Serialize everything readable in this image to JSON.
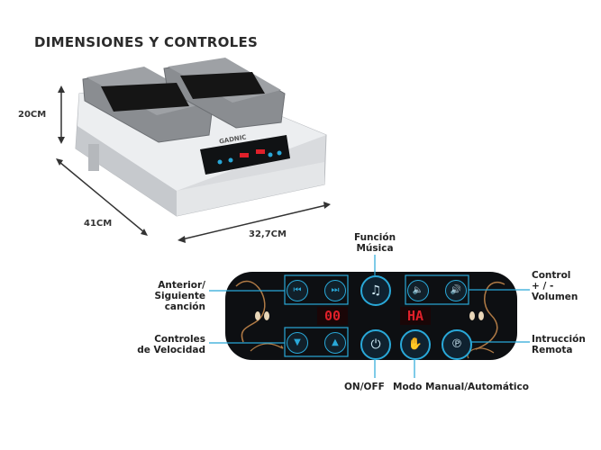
{
  "title": "DIMENSIONES Y CONTROLES",
  "dimensions": {
    "height": "20CM",
    "depth": "41CM",
    "width": "32,7CM"
  },
  "brand": "GADNIC",
  "display": {
    "left": "00",
    "right": "HA"
  },
  "labels": {
    "funcion_musica_1": "Función",
    "funcion_musica_2": "Música",
    "control_volumen_1": "Control",
    "control_volumen_2": "+ / -",
    "control_volumen_3": "Volumen",
    "anterior_1": "Anterior/",
    "anterior_2": "Siguiente",
    "anterior_3": "canción",
    "velocidad_1": "Controles",
    "velocidad_2": "de Velocidad",
    "remota_1": "Intrucción",
    "remota_2": "Remota",
    "onoff": "ON/OFF",
    "modo": "Modo Manual/Automático"
  },
  "colors": {
    "accent": "#29a8d8",
    "panel": "#0d0f12",
    "display": "#e0202a",
    "ornament": "#b07a45"
  }
}
